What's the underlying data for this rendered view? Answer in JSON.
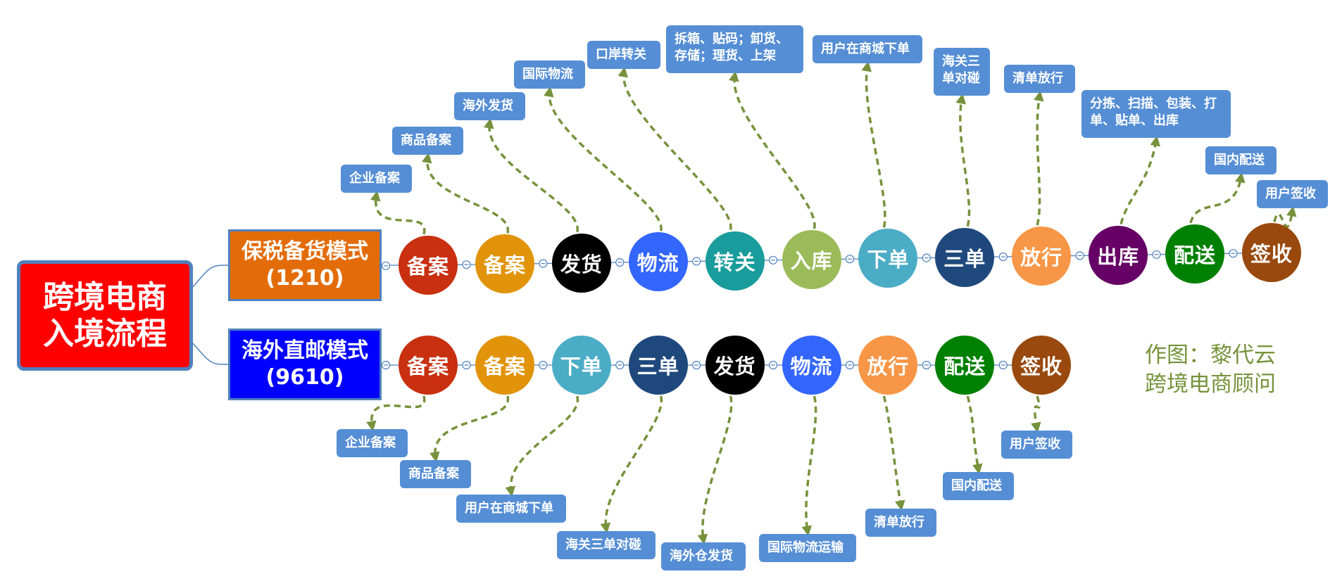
{
  "root": {
    "label": "跨境电商\n入境流程"
  },
  "modes": [
    {
      "label": "保税备货模式\n(1210)",
      "color": "#e36c09",
      "steps": [
        {
          "label": "备案",
          "color": "#c8300f",
          "note": "企业备案"
        },
        {
          "label": "备案",
          "color": "#e1940a",
          "note": "商品备案"
        },
        {
          "label": "发货",
          "color": "#000000",
          "note": "海外发货"
        },
        {
          "label": "物流",
          "color": "#3366ff",
          "note": "国际物流"
        },
        {
          "label": "转关",
          "color": "#1a9c9c",
          "note": "口岸转关"
        },
        {
          "label": "入库",
          "color": "#9bbb59",
          "note": "拆箱、贴码；卸货、\n存储；理货、上架"
        },
        {
          "label": "下单",
          "color": "#4bacc6",
          "note": "用户在商城下单"
        },
        {
          "label": "三单",
          "color": "#1f497d",
          "note": "海关三\n单对碰"
        },
        {
          "label": "放行",
          "color": "#f79646",
          "note": "清单放行"
        },
        {
          "label": "出库",
          "color": "#660066",
          "note": "分拣、扫描、包装、打\n单、贴单、出库"
        },
        {
          "label": "配送",
          "color": "#008000",
          "note": "国内配送"
        },
        {
          "label": "签收",
          "color": "#99490e",
          "note": "用户签收"
        }
      ]
    },
    {
      "label": "海外直邮模式\n(9610)",
      "color": "#0000ff",
      "steps": [
        {
          "label": "备案",
          "color": "#c8300f",
          "note": "企业备案"
        },
        {
          "label": "备案",
          "color": "#e1940a",
          "note": "商品备案"
        },
        {
          "label": "下单",
          "color": "#4bacc6",
          "note": "用户在商城下单"
        },
        {
          "label": "三单",
          "color": "#1f497d",
          "note": "海关三单对碰"
        },
        {
          "label": "发货",
          "color": "#000000",
          "note": "海外仓发货"
        },
        {
          "label": "物流",
          "color": "#3366ff",
          "note": "国际物流运输"
        },
        {
          "label": "放行",
          "color": "#f79646",
          "note": "清单放行"
        },
        {
          "label": "配送",
          "color": "#008000",
          "note": "国内配送"
        },
        {
          "label": "签收",
          "color": "#99490e",
          "note": "用户签收"
        }
      ]
    }
  ],
  "author": "作图：黎代云\n跨境电商顾问",
  "colors": {
    "connector": "#4f81bd",
    "arrow": "#76923c",
    "callout": "#558ed5"
  }
}
